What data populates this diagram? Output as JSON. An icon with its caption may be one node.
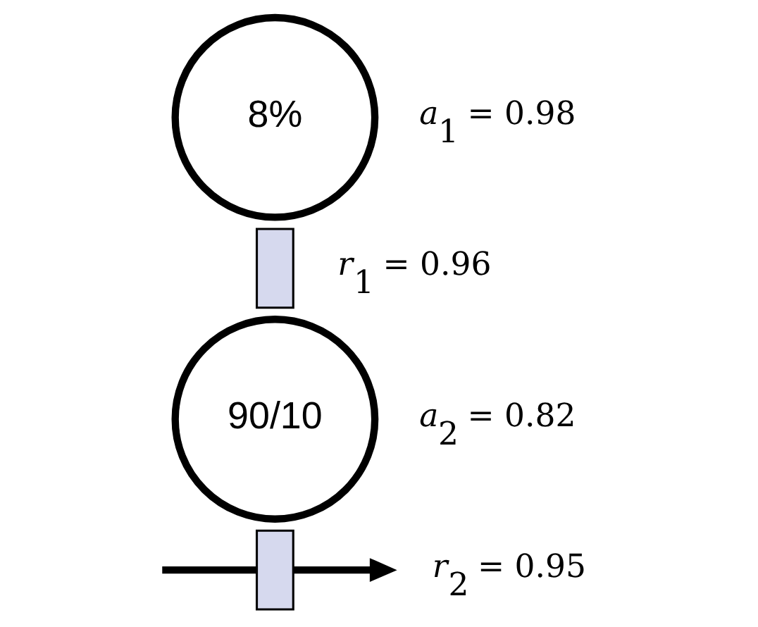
{
  "diagram": {
    "nodes": [
      {
        "text": [
          "8%"
        ]
      },
      {
        "text": [],
        "shape": "box"
      },
      {
        "text": [
          "90/10"
        ]
      },
      {
        "text": [],
        "shape": "box"
      }
    ],
    "edges": [
      {
        "from": null,
        "to": 3,
        "arrow": "none"
      },
      {
        "from": 3,
        "to": null,
        "arrow": "to"
      }
    ],
    "labels": [
      "*a*$_{1}$ = 0.98",
      "*r*$_{1}$ = 0.96",
      "*a*$_{2}$ = 0.82",
      "*r*$_{2}$ = 0.95"
    ]
  }
}
